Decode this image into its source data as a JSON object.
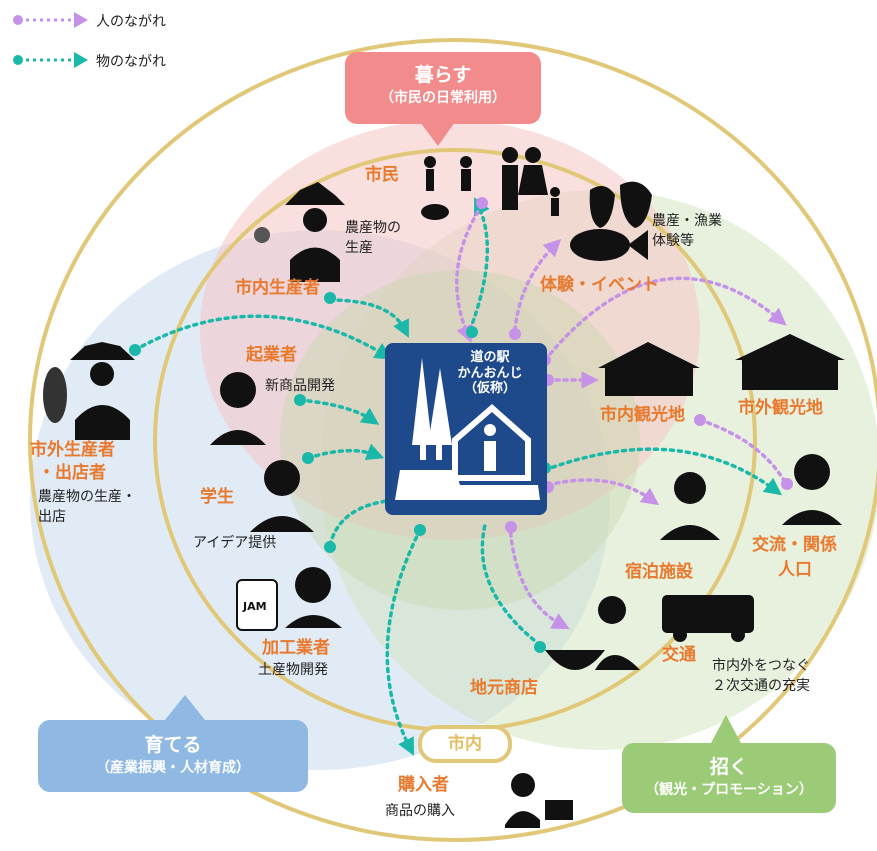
{
  "legend": {
    "people_flow": "人のながれ",
    "goods_flow": "物のながれ"
  },
  "colors": {
    "people": "#c592e8",
    "goods": "#1ab8a8",
    "orange_text": "#e8792d",
    "pink_callout": "#f28b8b",
    "blue_callout": "#8fb8e2",
    "green_callout": "#9ccb78",
    "center_box": "#1e4a8c",
    "ring": "#e0c878"
  },
  "callouts": {
    "live": {
      "title": "暮らす",
      "sub": "（市民の日常利用）"
    },
    "grow": {
      "title": "育てる",
      "sub": "（産業振興・人材育成）"
    },
    "invite": {
      "title": "招く",
      "sub": "（観光・プロモーション）"
    }
  },
  "center": {
    "name_line1": "道の駅",
    "name_line2": "かんおんじ",
    "name_line3": "（仮称）"
  },
  "city_label": "市内",
  "nodes": {
    "citizens": "市民",
    "farm_products": "農産物の",
    "farm_products2": "生産",
    "city_producers": "市内生産者",
    "entrepreneurs": "起業者",
    "new_products": "新商品開発",
    "students": "学生",
    "ideas": "アイデア提供",
    "processors": "加工業者",
    "souvenirs": "土産物開発",
    "outside_producers_1": "市外生産者",
    "outside_producers_2": "・出店者",
    "outside_desc_1": "農産物の生産・",
    "outside_desc_2": "出店",
    "experience": "体験・イベント",
    "farm_fish_1": "農産・漁業",
    "farm_fish_2": "体験等",
    "city_sights": "市内観光地",
    "outside_sights": "市外観光地",
    "exchange_1": "交流・関係",
    "exchange_2": "人口",
    "lodging": "宿泊施設",
    "transport": "交通",
    "transport_desc_1": "市内外をつなぐ",
    "transport_desc_2": "２次交通の充実",
    "local_shops": "地元商店",
    "buyers": "購入者",
    "buyers_desc": "商品の購入",
    "jam": "JAM"
  }
}
